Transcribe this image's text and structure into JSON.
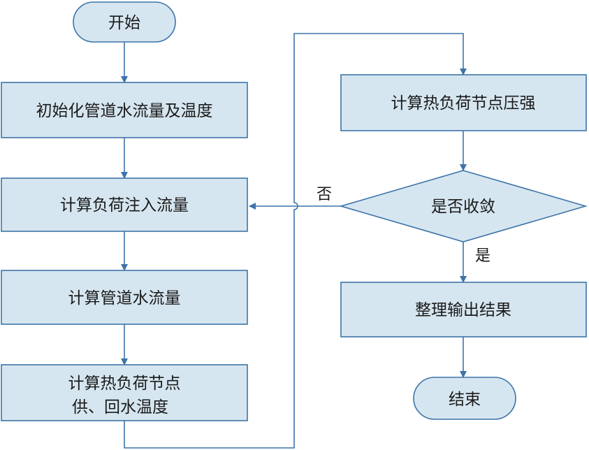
{
  "colors": {
    "node_fill": "#d6e6f0",
    "node_stroke": "#3d74a8",
    "edge": "#3d74a8",
    "text": "#1a1a1a"
  },
  "nodes": {
    "start": "开始",
    "init": "初始化管道水流量及温度",
    "load_injection": "计算负荷注入流量",
    "pipe_flow": "计算管道水流量",
    "node_temp_line1": "计算热负荷节点",
    "node_temp_line2": "供、回水温度",
    "node_pressure": "计算热负荷节点压强",
    "convergence": "是否收敛",
    "output": "整理输出结果",
    "end": "结束"
  },
  "edge_labels": {
    "no": "否",
    "yes": "是"
  }
}
